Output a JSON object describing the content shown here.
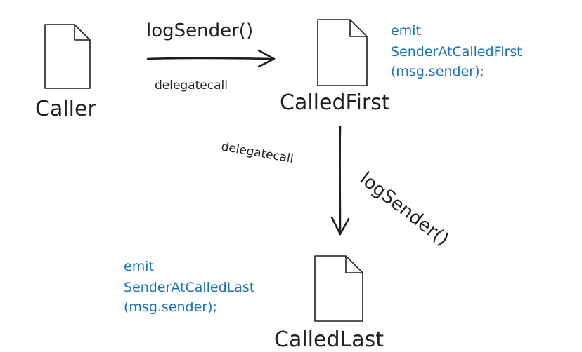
{
  "nodes": {
    "caller": {
      "label": "Caller"
    },
    "called_first": {
      "label": "CalledFirst"
    },
    "called_last": {
      "label": "CalledLast"
    }
  },
  "edges": {
    "caller_to_first": {
      "call": "logSender()",
      "kind": "delegatecall"
    },
    "first_to_last": {
      "call": "logSender()",
      "kind": "delegatecall"
    }
  },
  "annotations": {
    "called_first_event": [
      "emit",
      "SenderAtCalledFirst",
      "(msg.sender);"
    ],
    "called_last_event": [
      "emit",
      "SenderAtCalledLast",
      "(msg.sender);"
    ]
  },
  "colors": {
    "ink": "#1e1e1e",
    "code": "#1971c2",
    "background": "#ffffff"
  }
}
